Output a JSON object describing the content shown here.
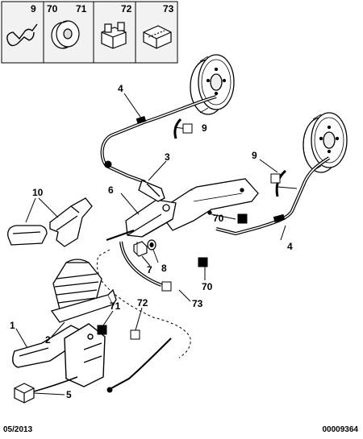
{
  "legend": [
    {
      "number": "9"
    },
    {
      "numbers": [
        "70",
        "71"
      ]
    },
    {
      "number": "72"
    },
    {
      "number": "73"
    }
  ],
  "callouts": {
    "c1": "1",
    "c2": "2",
    "c3": "3",
    "c4a": "4",
    "c4b": "4",
    "c5": "5",
    "c6": "6",
    "c7": "7",
    "c8": "8",
    "c9a": "9",
    "c9b": "9",
    "c10": "10",
    "c70a": "70",
    "c70b": "70",
    "c71": "71",
    "c72": "72",
    "c73": "73"
  },
  "footer": {
    "date": "05/2013",
    "reference": "00009364"
  },
  "colors": {
    "ink": "#000000",
    "paper": "#ffffff",
    "legend_fill": "#f2f2f2"
  }
}
